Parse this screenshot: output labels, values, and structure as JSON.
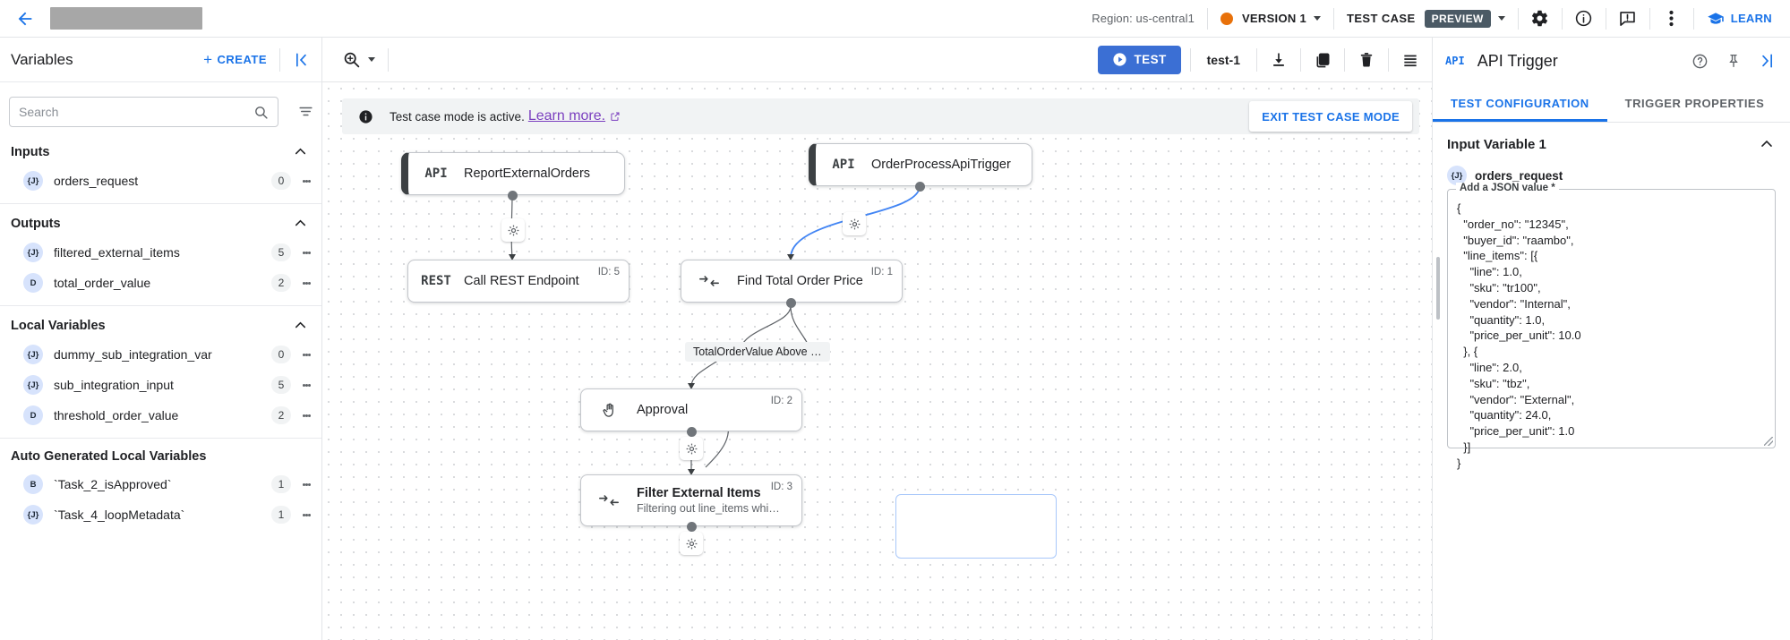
{
  "header": {
    "back_icon": "arrow-left-icon",
    "region": "Region: us-central1",
    "version_label": "VERSION 1",
    "version_dot_color": "#e8710a",
    "test_case_label": "TEST CASE",
    "preview_badge": "PREVIEW",
    "icons": [
      "gear-icon",
      "info-icon",
      "feedback-icon",
      "more-vert-icon"
    ],
    "learn_label": "LEARN"
  },
  "sidebar": {
    "title": "Variables",
    "create_label": "CREATE",
    "search_placeholder": "Search",
    "groups": [
      {
        "title": "Inputs",
        "items": [
          {
            "badge": "{J}",
            "name": "orders_request",
            "count": "0"
          }
        ]
      },
      {
        "title": "Outputs",
        "items": [
          {
            "badge": "{J}",
            "name": "filtered_external_items",
            "count": "5"
          },
          {
            "badge": "D",
            "name": "total_order_value",
            "count": "2"
          }
        ]
      },
      {
        "title": "Local Variables",
        "items": [
          {
            "badge": "{J}",
            "name": "dummy_sub_integration_var",
            "count": "0"
          },
          {
            "badge": "{J}",
            "name": "sub_integration_input",
            "count": "5"
          },
          {
            "badge": "D",
            "name": "threshold_order_value",
            "count": "2"
          }
        ]
      },
      {
        "title": "Auto Generated Local Variables",
        "items": [
          {
            "badge": "B",
            "name": "`Task_2_isApproved`",
            "count": "1"
          },
          {
            "badge": "{J}",
            "name": "`Task_4_loopMetadata`",
            "count": "1"
          }
        ]
      }
    ]
  },
  "canvas_toolbar": {
    "zoom_icon": "zoom-in-icon",
    "test_label": "TEST",
    "test_case_name": "test-1",
    "icons": [
      "download-icon",
      "duplicate-icon",
      "delete-icon",
      "list-icon"
    ]
  },
  "banner": {
    "text": "Test case mode is active.",
    "link": "Learn more.",
    "exit_label": "EXIT TEST CASE MODE"
  },
  "flow": {
    "nodes": [
      {
        "tag": "API",
        "title": "ReportExternalOrders",
        "sub": "",
        "id": ""
      },
      {
        "tag": "API",
        "title": "OrderProcessApiTrigger",
        "sub": "",
        "id": ""
      },
      {
        "tag": "REST",
        "title": "Call REST Endpoint",
        "sub": "",
        "id": "ID: 5"
      },
      {
        "tag": "mapping",
        "title": "Find Total Order Price",
        "sub": "",
        "id": "ID: 1"
      },
      {
        "tag": "approval",
        "title": "Approval",
        "sub": "",
        "id": "ID: 2"
      },
      {
        "tag": "mapping",
        "title": "Filter External Items",
        "sub": "Filtering out line_items whi…",
        "id": "ID: 3"
      }
    ],
    "edge_label": "TotalOrderValue Above …"
  },
  "right_panel": {
    "api_tag": "API",
    "title": "API Trigger",
    "icons": [
      "help-icon",
      "pin-icon",
      "collapse-right-icon"
    ],
    "tabs": [
      {
        "label": "TEST CONFIGURATION",
        "active": true
      },
      {
        "label": "TRIGGER PROPERTIES",
        "active": false
      }
    ],
    "section_title": "Input Variable 1",
    "variable_badge": "{J}",
    "variable_name": "orders_request",
    "json_label": "Add a JSON value *",
    "json_value": "{\n  \"order_no\": \"12345\",\n  \"buyer_id\": \"raambo\",\n  \"line_items\": [{\n    \"line\": 1.0,\n    \"sku\": \"tr100\",\n    \"vendor\": \"Internal\",\n    \"quantity\": 1.0,\n    \"price_per_unit\": 10.0\n  }, {\n    \"line\": 2.0,\n    \"sku\": \"tbz\",\n    \"vendor\": \"External\",\n    \"quantity\": 24.0,\n    \"price_per_unit\": 1.0\n  }]\n}"
  }
}
